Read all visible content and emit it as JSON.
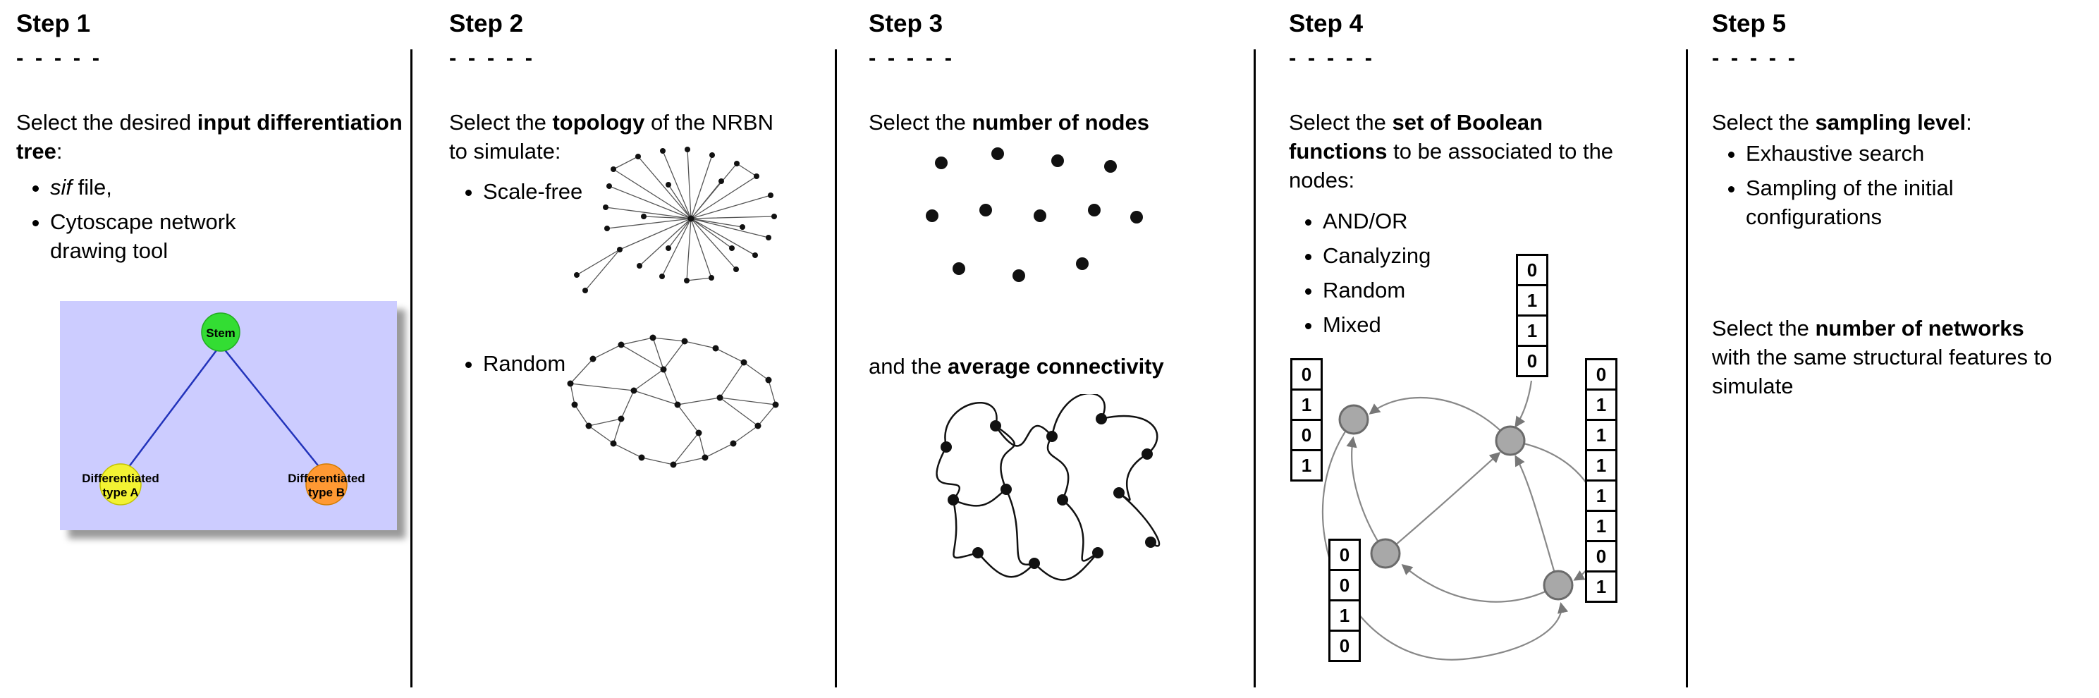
{
  "steps": [
    {
      "heading": "Step 1",
      "dashes": "- - - - -",
      "intro_pre": "Select the desired ",
      "intro_bold": "input differentiation tree",
      "intro_post": ":",
      "bullet_sif_italic": "sif",
      "bullet_sif_rest": " file,",
      "bullet_cytoscape": "Cytoscape network drawing tool",
      "tree": {
        "stem_label": "Stem",
        "type_a_line1": "Differentiated",
        "type_a_line2": "type A",
        "type_b_line1": "Differentiated",
        "type_b_line2": "type B",
        "colors": {
          "panel_bg": "#ccccff",
          "stem": "#33dd33",
          "type_a": "#f2f233",
          "type_b": "#ff9933",
          "edge": "#2233bb"
        }
      }
    },
    {
      "heading": "Step 2",
      "dashes": "- - - - -",
      "intro_pre": "Select the ",
      "intro_bold": "topology",
      "intro_post": " of the NRBN to simulate:",
      "bullets": [
        "Scale-free",
        "Random"
      ]
    },
    {
      "heading": "Step 3",
      "dashes": "- - - - -",
      "line1_pre": "Select the ",
      "line1_bold": "number of nodes",
      "line2_pre": "and the ",
      "line2_bold": "average connectivity"
    },
    {
      "heading": "Step 4",
      "dashes": "- - - - -",
      "intro_pre": "Select the ",
      "intro_bold": "set of Boolean functions",
      "intro_post": " to be associated to the nodes:",
      "bullets": [
        "AND/OR",
        "Canalyzing",
        "Random",
        "Mixed"
      ],
      "truth_tables": {
        "top": [
          "0",
          "1",
          "1",
          "0"
        ],
        "left": [
          "0",
          "1",
          "0",
          "1"
        ],
        "bottom_left": [
          "0",
          "0",
          "1",
          "0"
        ],
        "right": [
          "0",
          "1",
          "1",
          "1",
          "1",
          "1",
          "0",
          "1"
        ]
      }
    },
    {
      "heading": "Step 5",
      "dashes": "- - - - -",
      "intro_pre": "Select the ",
      "intro_bold": "sampling level",
      "intro_post": ":",
      "bullets": [
        "Exhaustive search",
        "Sampling of the initial configurations"
      ],
      "para2_pre": "Select the ",
      "para2_bold": "number of networks",
      "para2_post": " with the same structural features to simulate"
    }
  ]
}
